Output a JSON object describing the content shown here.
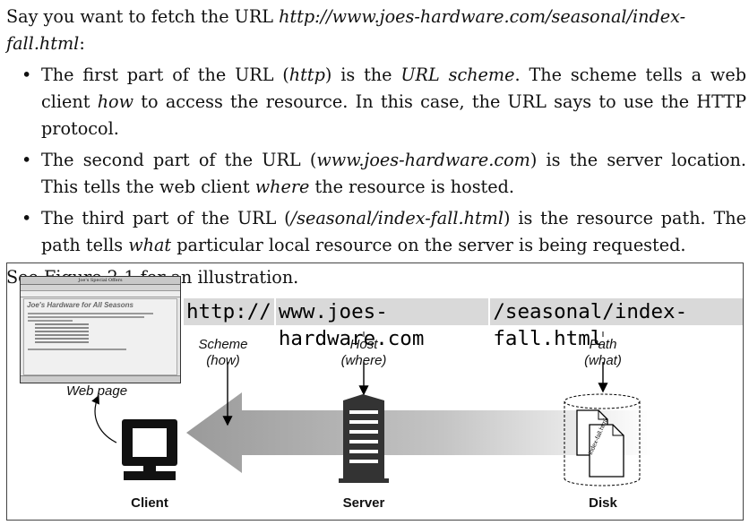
{
  "text": {
    "intro_prefix": "Say you want to fetch the URL ",
    "intro_url": "http://www.joes-hardware.com/seasonal/index-fall.html",
    "intro_suffix": ":",
    "bullets": [
      {
        "p1": "The first part of the URL (",
        "e1": "http",
        "p2": ") is the ",
        "e2": "URL scheme",
        "p3": ". The scheme tells a web client ",
        "e3": "how",
        "p4": " to access the resource. In this case, the URL says to use the HTTP protocol."
      },
      {
        "p1": "The second part of the URL (",
        "e1": "www.joes-hardware.com",
        "p2": ") is the server location. This tells the web client ",
        "e2": "where",
        "p3": " the resource is hosted."
      },
      {
        "p1": "The third part of the URL (",
        "e1": "/seasonal/index-fall.html",
        "p2": ") is the resource path. The path tells ",
        "e2": "what",
        "p3": " particular local resource on the server is being requested."
      }
    ],
    "see_figure": "See Figure 2-1 for an illustration.",
    "bullet_char": "•"
  },
  "figure": {
    "browser": {
      "window_title": "Joe's Special Offers",
      "heading": "Joe's Hardware for All Seasons"
    },
    "url_segments": {
      "scheme": "http://",
      "host": "www.joes-hardware.com",
      "path": "/seasonal/index-fall.html"
    },
    "labels": {
      "scheme": "Scheme",
      "scheme_sub": "(how)",
      "host": "Host",
      "host_sub": "(where)",
      "path": "Path",
      "path_sub": "(what)",
      "web_page": "Web page",
      "file_name": "index-fall.html"
    },
    "nodes": {
      "client": "Client",
      "server": "Server",
      "disk": "Disk"
    }
  }
}
